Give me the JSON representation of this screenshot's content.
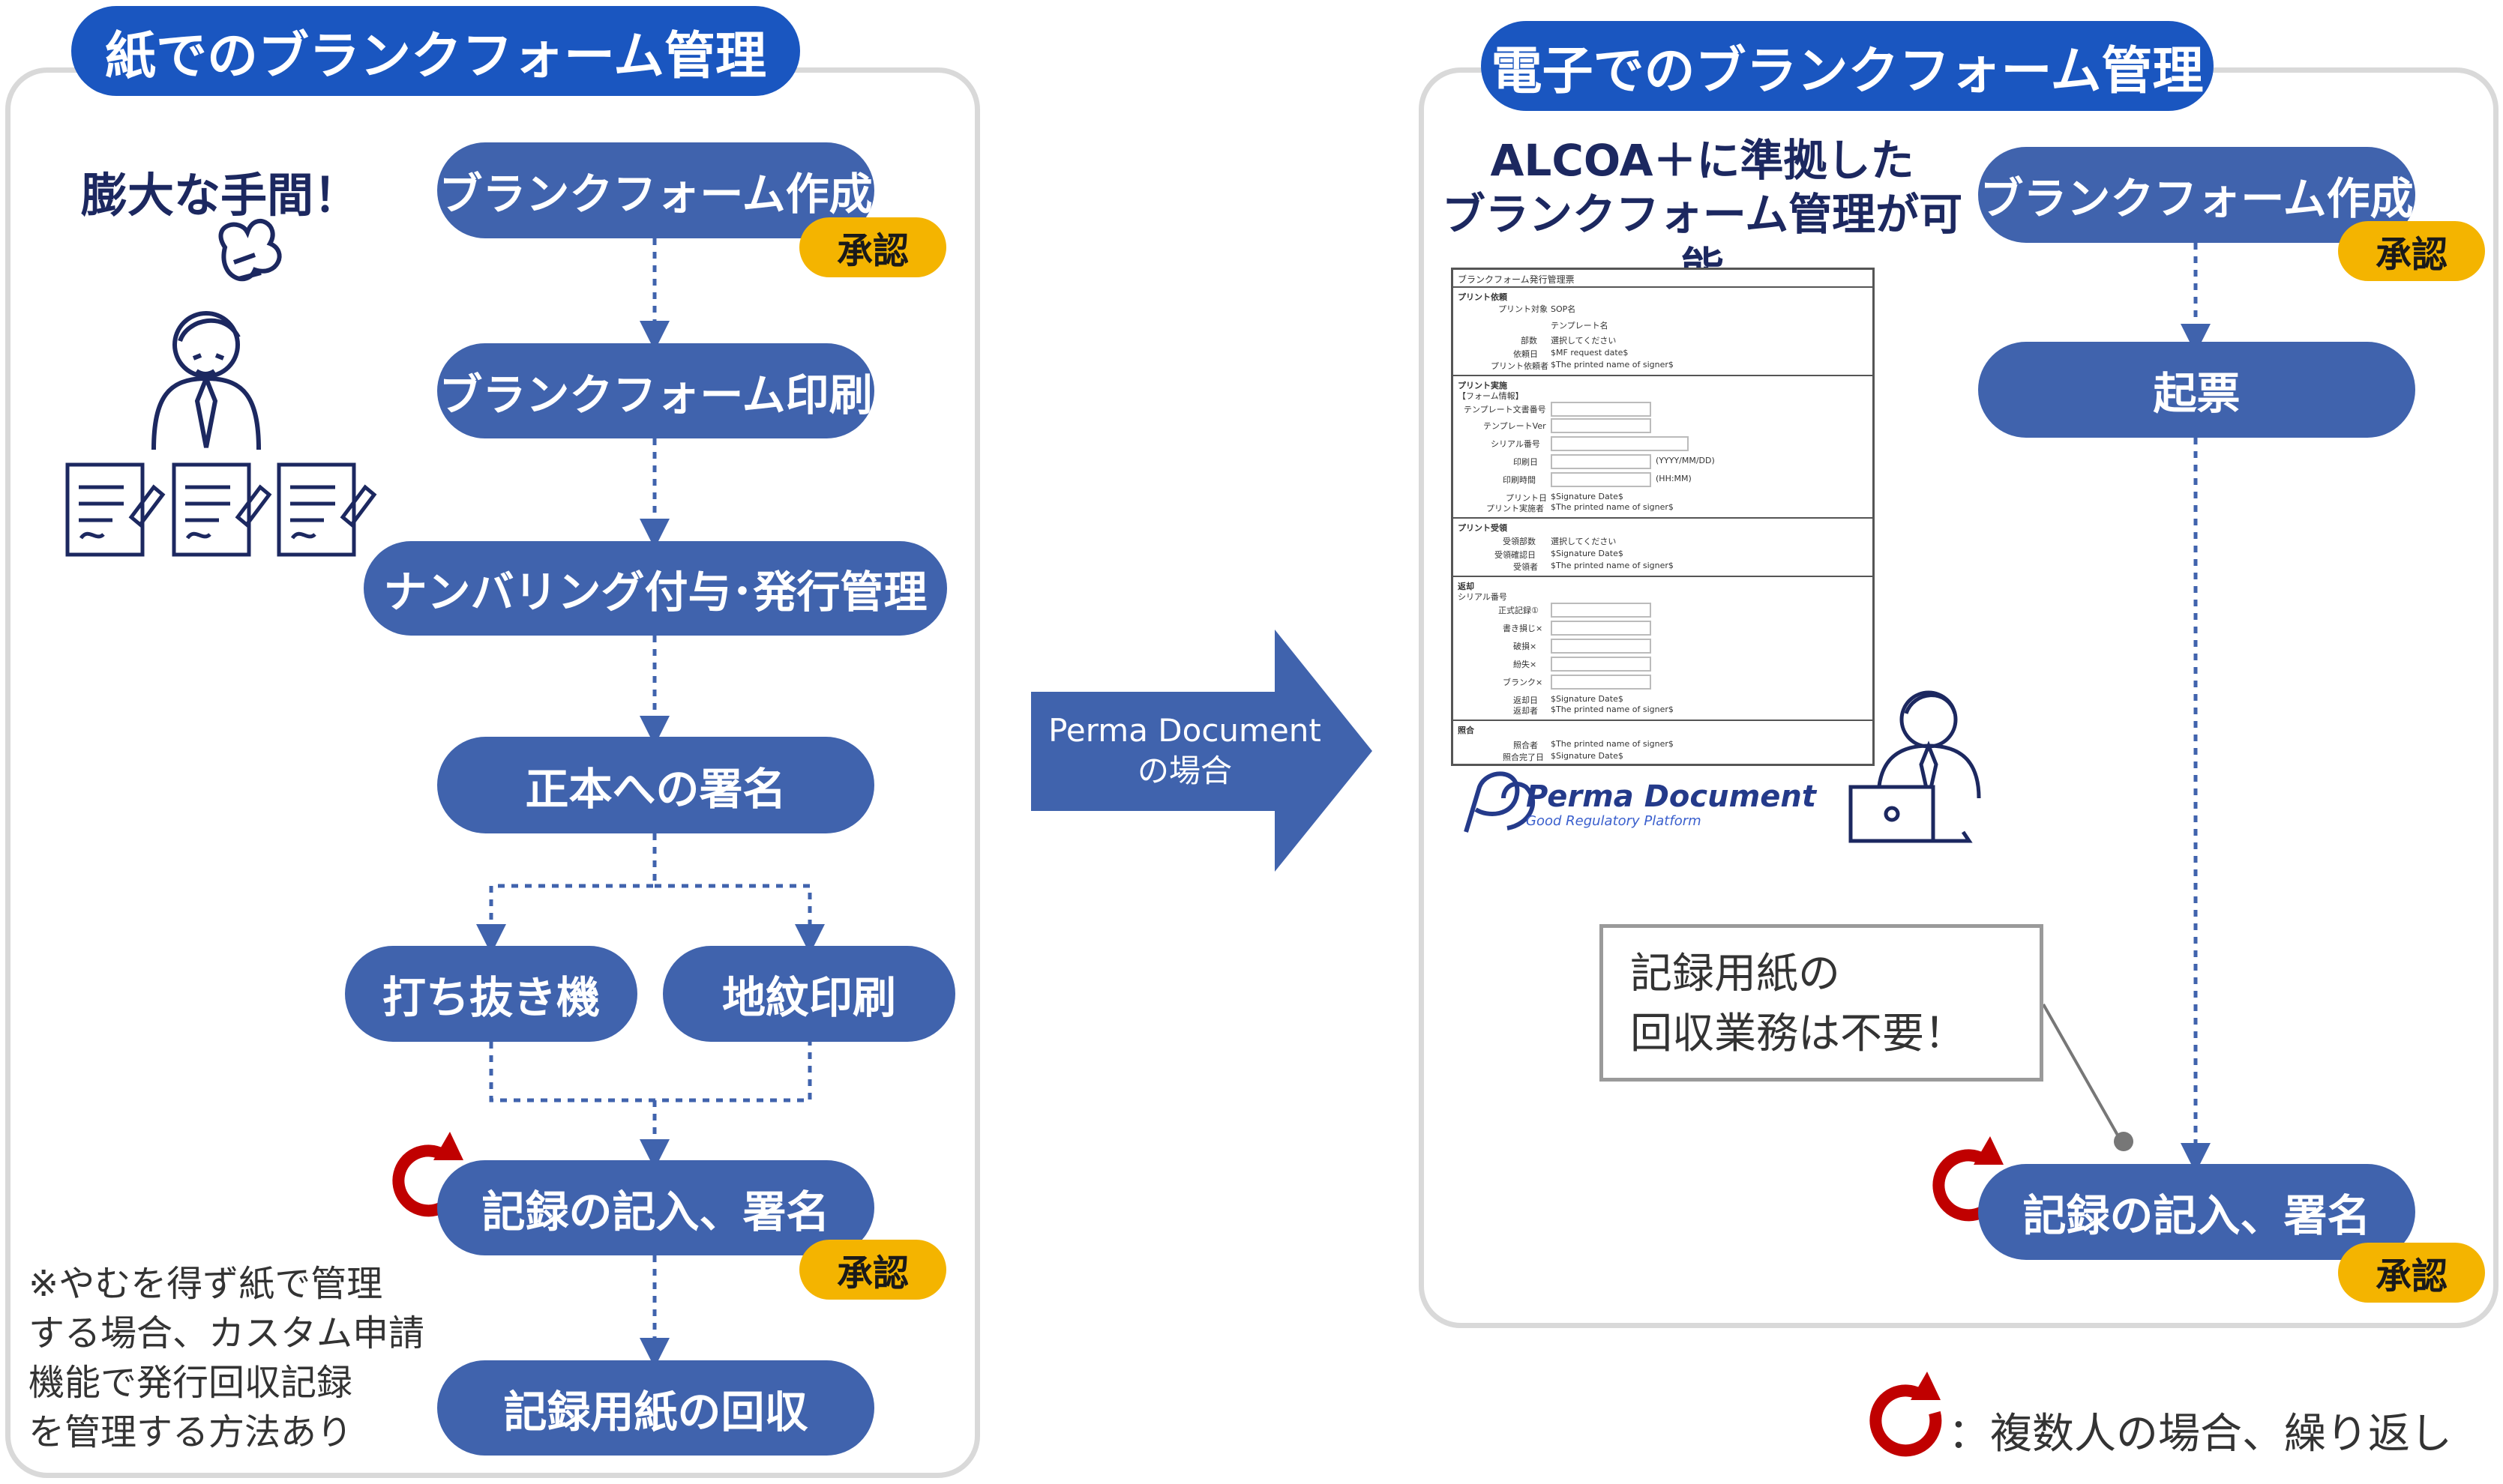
{
  "left": {
    "title": "紙でのブランクフォーム管理",
    "heading": "膨大な手間！",
    "steps": {
      "create": "ブランクフォーム作成",
      "print": "ブランクフォーム印刷",
      "numbering": "ナンバリング付与･発行管理",
      "sign_original": "正本への署名",
      "punch": "打ち抜き機",
      "pattern_print": "地紋印刷",
      "record_entry": "記録の記入、署名",
      "collect": "記録用紙の回収"
    },
    "approval": "承認",
    "note": [
      "※やむを得ず紙で管理",
      "する場合、カスタム申請",
      "機能で発行回収記録",
      "を管理する方法あり"
    ]
  },
  "center_arrow": {
    "lines": [
      "Perma Document",
      "の場合"
    ]
  },
  "right": {
    "title": "電子でのブランクフォーム管理",
    "heading": [
      "ALCOA＋に準拠した",
      "ブランクフォーム管理が可能"
    ],
    "steps": {
      "create": "ブランクフォーム作成",
      "issue": "起票",
      "record_entry": "記録の記入、署名"
    },
    "approval": "承認",
    "callout": [
      "記録用紙の",
      "回収業務は不要！"
    ],
    "logo": {
      "name": "Perma Document",
      "tagline": "Good Regulatory Platform"
    }
  },
  "form": {
    "title": "ブランクフォーム発行管理票",
    "sec1": "プリント依頼",
    "print_target": "プリント対象",
    "sop": "SOP名",
    "template_name": "テンプレート名",
    "copies": "部数",
    "select": "選択してください",
    "request_date": "依頼日",
    "request_date_val": "$MF request date$",
    "requester": "プリント依頼者",
    "printed_name": "$The printed name of signer$",
    "sec2": "プリント実施",
    "sec2_sub": "【フォーム情報】",
    "template_doc_no": "テンプレート文書番号",
    "template_ver": "テンプレートVer",
    "serial_no": "シリアル番号",
    "print_date": "印刷日",
    "date_fmt": "(YYYY/MM/DD)",
    "print_time": "印刷時間",
    "time_fmt": "(HH:MM)",
    "print_date2": "プリント日",
    "sig_date": "$Signature Date$",
    "printer": "プリント実施者",
    "sec3": "プリント受領",
    "recv_copies": "受領部数",
    "recv_confirm_date": "受領確認日",
    "receiver": "受領者",
    "sec4": "返却",
    "sec4_sub": "シリアル番号",
    "official": "正式記録①",
    "rewrite": "書き損じ×",
    "damage": "破損×",
    "lost": "紛失×",
    "blank": "ブランク×",
    "return_date": "返却日",
    "returner": "返却者",
    "sec5": "照合",
    "checker": "照合者",
    "check_done": "照合完了日"
  },
  "legend": "：複数人の場合、繰り返し",
  "colors": {
    "title_blue": "#1a56c0",
    "step_blue": "#4063ad",
    "approval_yellow": "#f4b400",
    "repeat_red": "#c00000",
    "heading_navy": "#1c2860"
  }
}
